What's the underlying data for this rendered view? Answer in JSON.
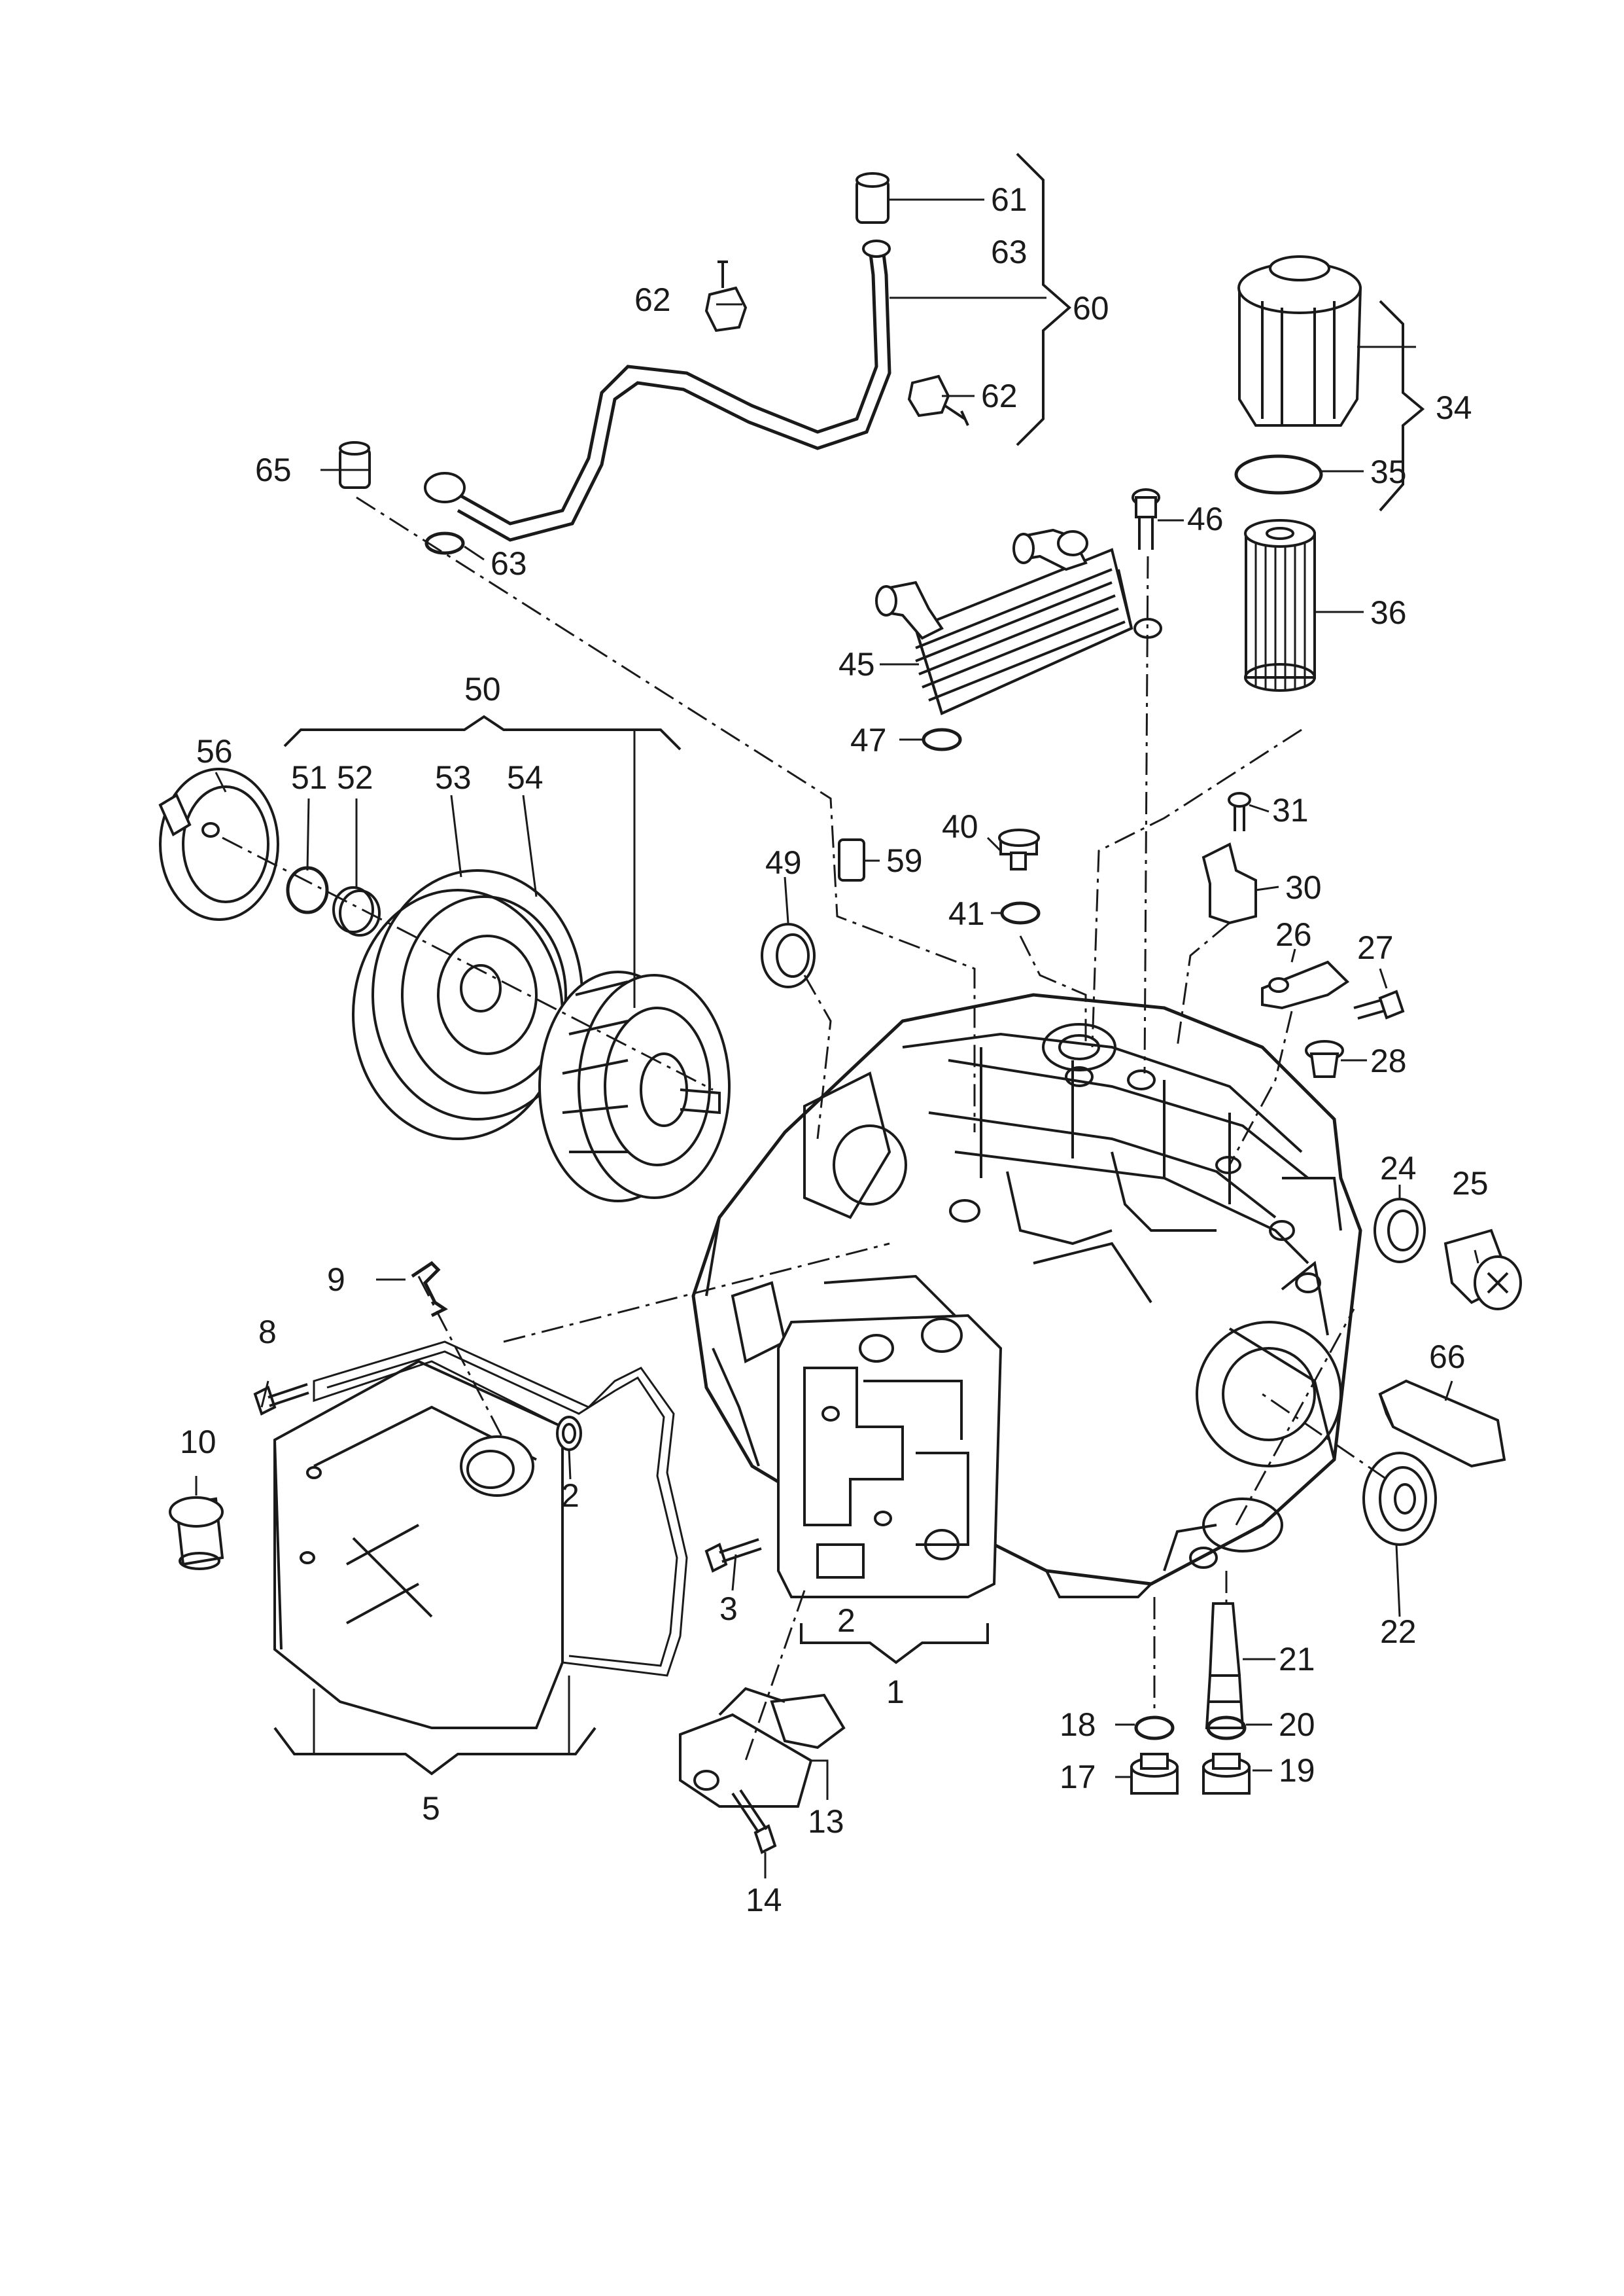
{
  "callouts": {
    "c1": "1",
    "c2a": "2",
    "c2b": "2",
    "c3": "3",
    "c5": "5",
    "c8": "8",
    "c9": "9",
    "c10": "10",
    "c13": "13",
    "c14": "14",
    "c17": "17",
    "c18": "18",
    "c19": "19",
    "c20": "20",
    "c21": "21",
    "c22": "22",
    "c24": "24",
    "c25": "25",
    "c26": "26",
    "c27": "27",
    "c28": "28",
    "c30": "30",
    "c31": "31",
    "c34": "34",
    "c35": "35",
    "c36": "36",
    "c40": "40",
    "c41": "41",
    "c45": "45",
    "c46": "46",
    "c47": "47",
    "c49": "49",
    "c50": "50",
    "c51": "51",
    "c52": "52",
    "c53": "53",
    "c54": "54",
    "c56": "56",
    "c59": "59",
    "c60": "60",
    "c61": "61",
    "c62a": "62",
    "c62b": "62",
    "c63a": "63",
    "c63b": "63",
    "c65": "65",
    "c66": "66"
  }
}
